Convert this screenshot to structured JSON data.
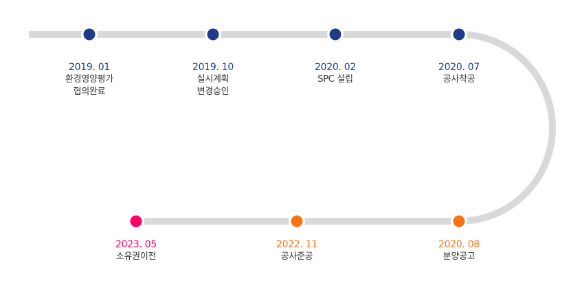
{
  "colors": {
    "track": "#d9d9d9",
    "blue": "#1e3a8a",
    "orange": "#f97316",
    "pink": "#ff0066"
  },
  "milestones": [
    {
      "date": "2019. 01",
      "label": "환경영양평가\n협의완료",
      "color": "#1e3a8a"
    },
    {
      "date": "2019. 10",
      "label": "실시계획\n변경승인",
      "color": "#1e3a8a"
    },
    {
      "date": "2020. 02",
      "label": "SPC 설립",
      "color": "#1e3a8a"
    },
    {
      "date": "2020. 07",
      "label": "공사착공",
      "color": "#1e3a8a"
    },
    {
      "date": "2020. 08",
      "label": "분양공고",
      "color": "#f97316"
    },
    {
      "date": "2022. 11",
      "label": "공사준공",
      "color": "#f97316"
    },
    {
      "date": "2023. 05",
      "label": "소유권이전",
      "color": "#ff0066"
    }
  ]
}
